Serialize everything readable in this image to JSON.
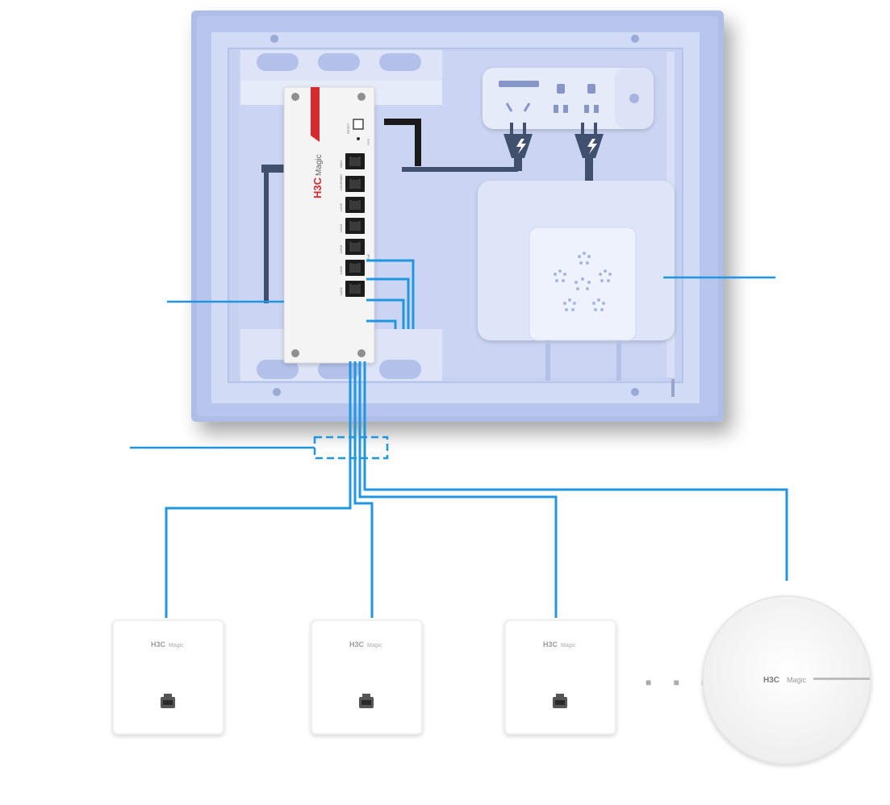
{
  "brand": {
    "logo_text": "H3C",
    "logo_suffix": "Magic"
  },
  "router": {
    "ports": [
      "WAN",
      "LAN6/WAN",
      "LAN5",
      "LAN4",
      "LAN3",
      "LAN2",
      "LAN1"
    ],
    "button_label": "RESET",
    "led_label": "SYS",
    "poe_label": "PoE"
  },
  "panels": {
    "count": 3
  },
  "ellipsis": "■ ■ ■",
  "colors": {
    "cable": "#2196e0",
    "box_frame": "#aebde6",
    "box_inner": "#c9d4f2",
    "router_accent": "#d62a2f",
    "router_body": "#f4f4f4",
    "dark_cable": "#1a1a1a"
  }
}
